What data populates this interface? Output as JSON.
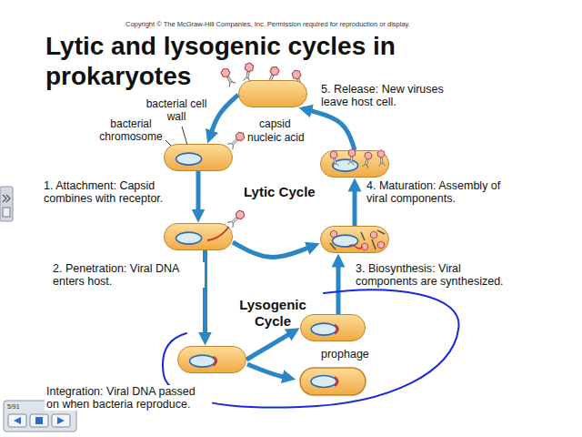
{
  "diagram": {
    "title": "Lytic and lysogenic cycles in prokaryotes",
    "nodes": [
      {
        "text": [
          "5. Release: New viruses leave host cell."
        ]
      },
      {
        "text": [
          "1. Attachment: Capsid combines with receptor."
        ]
      },
      {
        "text": [
          "2. Penetration: Viral DNA enters host."
        ]
      },
      {
        "text": [
          "3. Biosynthesis: Viral components are synthesized."
        ]
      },
      {
        "text": [
          "4. Maturation: Assembly of viral components."
        ]
      },
      {
        "text": [
          "Integration: Viral DNA passed on when bacteria reproduce."
        ]
      },
      {
        "text": [
          "prophage"
        ]
      }
    ],
    "edges": [
      {
        "from": 0,
        "to": 1,
        "arrow": "to"
      },
      {
        "from": 1,
        "to": 2,
        "arrow": "to"
      },
      {
        "from": 2,
        "to": 3,
        "arrow": "to"
      },
      {
        "from": 3,
        "to": 4,
        "arrow": "to"
      },
      {
        "from": 4,
        "to": 0,
        "arrow": "to"
      },
      {
        "from": 2,
        "to": 5,
        "arrow": "to"
      },
      {
        "from": 5,
        "to": 6,
        "arrow": "to"
      },
      {
        "from": 6,
        "to": 3,
        "arrow": "to"
      }
    ],
    "labels": [
      "Copyright © The McGraw-Hill Companies, Inc. Permission required for reproduction or display.",
      "bacterial cell wall",
      "bacterial chromosome",
      "capsid",
      "nucleic acid",
      "Lytic Cycle",
      "Lysogenic Cycle",
      "5/91"
    ]
  }
}
